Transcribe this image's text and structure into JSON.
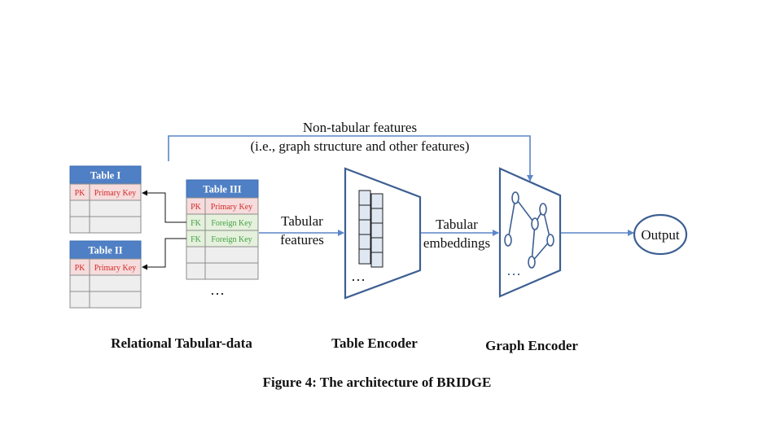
{
  "top_label": {
    "line1": "Non-tabular features",
    "line2": "(i.e., graph structure and other features)"
  },
  "tables": {
    "table1": {
      "title": "Table I",
      "pk_code": "PK",
      "pk_label": "Primary Key"
    },
    "table2": {
      "title": "Table II",
      "pk_code": "PK",
      "pk_label": "Primary Key"
    },
    "table3": {
      "title": "Table III",
      "pk_code": "PK",
      "pk_label": "Primary Key",
      "fk1_code": "FK",
      "fk1_label": "Foreign Key",
      "fk2_code": "FK",
      "fk2_label": "Foreign Key"
    },
    "more": "…"
  },
  "flow": {
    "tabular_features": [
      "Tabular",
      "features"
    ],
    "tabular_embeddings": [
      "Tabular",
      "embeddings"
    ],
    "encoder_dots": "…",
    "graph_dots": "…",
    "output": "Output"
  },
  "section_labels": {
    "relational": "Relational Tabular-data",
    "table_encoder": "Table Encoder",
    "graph_encoder": "Graph Encoder"
  },
  "caption": "Figure 4: The architecture of BRIDGE",
  "colors": {
    "header_blue": "#4f7fc4",
    "arrow_blue": "#5b86c8",
    "shape_stroke": "#3d5f92",
    "pk_fill": "#f6dcdc",
    "pk_text": "#d42a2a",
    "fk_fill": "#e5f1dc",
    "fk_text": "#43a047",
    "cell_fill": "#eeeeee",
    "grid_fill": "#dfe7f3"
  }
}
